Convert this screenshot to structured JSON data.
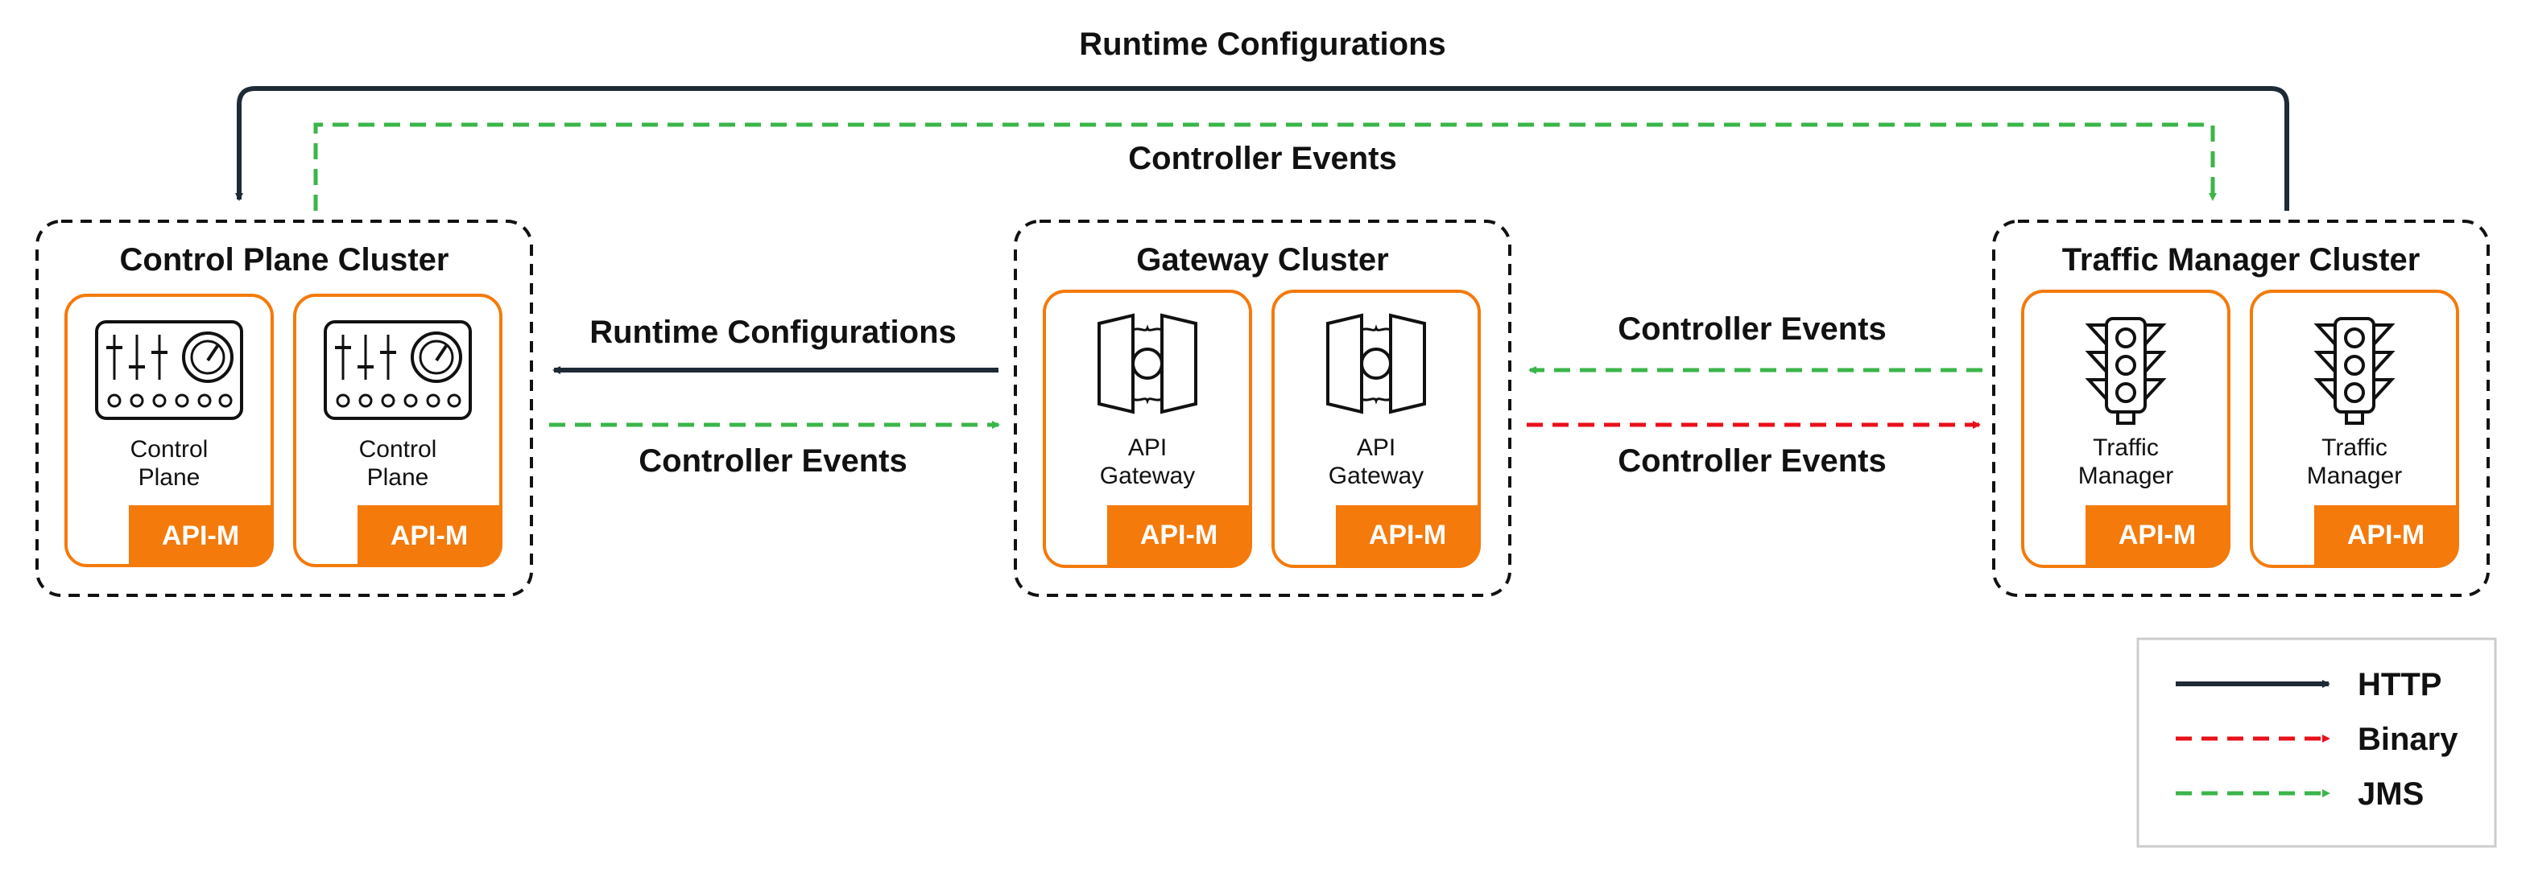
{
  "colors": {
    "http": "#1e2a36",
    "binary": "#e8101a",
    "jms": "#3bb54a",
    "accent": "#f47a0b",
    "legend_border": "#cccccc"
  },
  "top_labels": {
    "runtime": "Runtime Configurations",
    "events": "Controller Events"
  },
  "clusters": [
    {
      "title": "Control Plane Cluster",
      "nodes": [
        {
          "line1": "Control",
          "line2": "Plane",
          "badge": "API-M",
          "icon": "control-plane-icon"
        },
        {
          "line1": "Control",
          "line2": "Plane",
          "badge": "API-M",
          "icon": "control-plane-icon"
        }
      ]
    },
    {
      "title": "Gateway Cluster",
      "nodes": [
        {
          "line1": "API",
          "line2": "Gateway",
          "badge": "API-M",
          "icon": "api-gateway-icon"
        },
        {
          "line1": "API",
          "line2": "Gateway",
          "badge": "API-M",
          "icon": "api-gateway-icon"
        }
      ]
    },
    {
      "title": "Traffic Manager Cluster",
      "nodes": [
        {
          "line1": "Traffic",
          "line2": "Manager",
          "badge": "API-M",
          "icon": "traffic-light-icon"
        },
        {
          "line1": "Traffic",
          "line2": "Manager",
          "badge": "API-M",
          "icon": "traffic-light-icon"
        }
      ]
    }
  ],
  "middle_labels": {
    "left_runtime": "Runtime Configurations",
    "left_events": "Controller Events",
    "right_events_top": "Controller Events",
    "right_events_bottom": "Controller Events"
  },
  "legend": [
    {
      "label": "HTTP",
      "style": "solid",
      "color": "#1e2a36"
    },
    {
      "label": "Binary",
      "style": "dashed",
      "color": "#e8101a"
    },
    {
      "label": "JMS",
      "style": "dashed",
      "color": "#3bb54a"
    }
  ]
}
